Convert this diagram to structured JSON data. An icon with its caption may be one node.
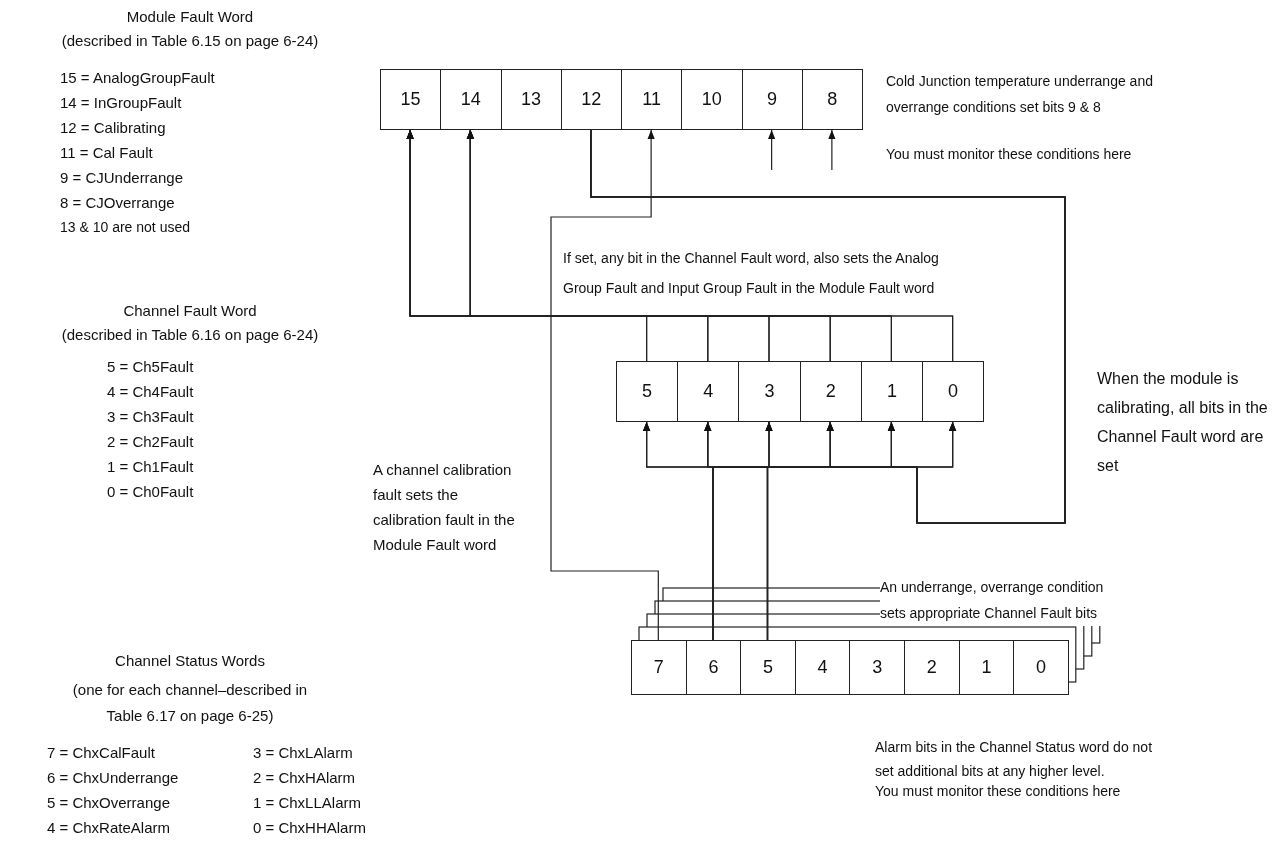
{
  "diagram": {
    "nodes": [
      {
        "text": [
          "15"
        ]
      },
      {
        "text": [
          "14"
        ]
      },
      {
        "text": [
          "13"
        ]
      },
      {
        "text": [
          "12"
        ]
      },
      {
        "text": [
          "11"
        ]
      },
      {
        "text": [
          "10"
        ]
      },
      {
        "text": [
          "9"
        ]
      },
      {
        "text": [
          "8"
        ]
      },
      {
        "text": [
          "5"
        ]
      },
      {
        "text": [
          "4"
        ]
      },
      {
        "text": [
          "3"
        ]
      },
      {
        "text": [
          "2"
        ]
      },
      {
        "text": [
          "1"
        ]
      },
      {
        "text": [
          "0"
        ]
      },
      {
        "text": [
          "7"
        ]
      },
      {
        "text": [
          "6"
        ]
      },
      {
        "text": [
          "5"
        ]
      },
      {
        "text": [
          "4"
        ]
      },
      {
        "text": [
          "3"
        ]
      },
      {
        "text": [
          "2"
        ]
      },
      {
        "text": [
          "1"
        ]
      },
      {
        "text": [
          "0"
        ]
      }
    ],
    "edges": [
      {
        "from": 8,
        "to": 0,
        "arrow": "to"
      },
      {
        "from": 9,
        "to": 0,
        "arrow": "to"
      },
      {
        "from": 10,
        "to": 0,
        "arrow": "to"
      },
      {
        "from": 11,
        "to": 0,
        "arrow": "to"
      },
      {
        "from": 12,
        "to": 0,
        "arrow": "to"
      },
      {
        "from": 13,
        "to": 0,
        "arrow": "to"
      },
      {
        "from": 8,
        "to": 1,
        "arrow": "to"
      },
      {
        "from": 9,
        "to": 1,
        "arrow": "to"
      },
      {
        "from": 10,
        "to": 1,
        "arrow": "to"
      },
      {
        "from": 11,
        "to": 1,
        "arrow": "to"
      },
      {
        "from": 12,
        "to": 1,
        "arrow": "to"
      },
      {
        "from": 13,
        "to": 1,
        "arrow": "to"
      },
      {
        "from": 3,
        "to": 8,
        "arrow": "to"
      },
      {
        "from": 3,
        "to": 9,
        "arrow": "to"
      },
      {
        "from": 3,
        "to": 10,
        "arrow": "to"
      },
      {
        "from": 3,
        "to": 11,
        "arrow": "to"
      },
      {
        "from": 3,
        "to": 12,
        "arrow": "to"
      },
      {
        "from": 3,
        "to": 13,
        "arrow": "to"
      },
      {
        "from": 15,
        "to": 8,
        "arrow": "to"
      },
      {
        "from": 15,
        "to": 9,
        "arrow": "to"
      },
      {
        "from": 15,
        "to": 10,
        "arrow": "to"
      },
      {
        "from": 15,
        "to": 11,
        "arrow": "to"
      },
      {
        "from": 15,
        "to": 12,
        "arrow": "to"
      },
      {
        "from": 15,
        "to": 13,
        "arrow": "to"
      },
      {
        "from": 16,
        "to": 8,
        "arrow": "to"
      },
      {
        "from": 16,
        "to": 9,
        "arrow": "to"
      },
      {
        "from": 16,
        "to": 10,
        "arrow": "to"
      },
      {
        "from": 16,
        "to": 11,
        "arrow": "to"
      },
      {
        "from": 16,
        "to": 12,
        "arrow": "to"
      },
      {
        "from": 16,
        "to": 13,
        "arrow": "to"
      },
      {
        "from": 14,
        "to": 4,
        "arrow": "to"
      },
      {
        "from": null,
        "to": 6,
        "arrow": "to"
      },
      {
        "from": null,
        "to": 7,
        "arrow": "to"
      }
    ],
    "labels": [
      "Module Fault Word",
      "(described in Table 6.15 on page 6-24)",
      "15 = AnalogGroupFault",
      "14 = InGroupFault",
      "12 = Calibrating",
      "11 = Cal Fault",
      "9 = CJUnderrange",
      "8 = CJOverrange",
      "13 & 10 are not used",
      "Cold Junction temperature underrange and overrange conditions set bits 9 & 8",
      "You must monitor these conditions here",
      "If set,  any bit in the Channel Fault word, also sets the Analog Group Fault and Input Group Fault  in the Module Fault word",
      "Channel Fault Word",
      "(described in Table 6.16 on page 6-24)",
      "5 = Ch5Fault",
      "4 = Ch4Fault",
      "3 = Ch3Fault",
      "2 = Ch2Fault",
      "1 = Ch1Fault",
      "0 = Ch0Fault",
      "When the module is calibrating,  all bits in the Channel Fault word are set",
      "A channel calibration fault sets the calibration fault in the Module Fault word",
      "An underrange, overrange condition sets appropriate Channel Fault bits",
      "Channel Status Words",
      "(one for each channel–described in Table 6.17 on page 6-25)",
      "7 = ChxCalFault",
      "3 = ChxLAlarm",
      "6 = ChxUnderrange",
      "2 = ChxHAlarm",
      "5 = ChxOverrange",
      "1 = ChxLLAlarm",
      "4 = ChxRateAlarm",
      "0 = ChxHHAlarm",
      "Alarm bits in the Channel Status word do not set additional bits at any higher level.",
      "You must monitor these conditions here"
    ]
  }
}
